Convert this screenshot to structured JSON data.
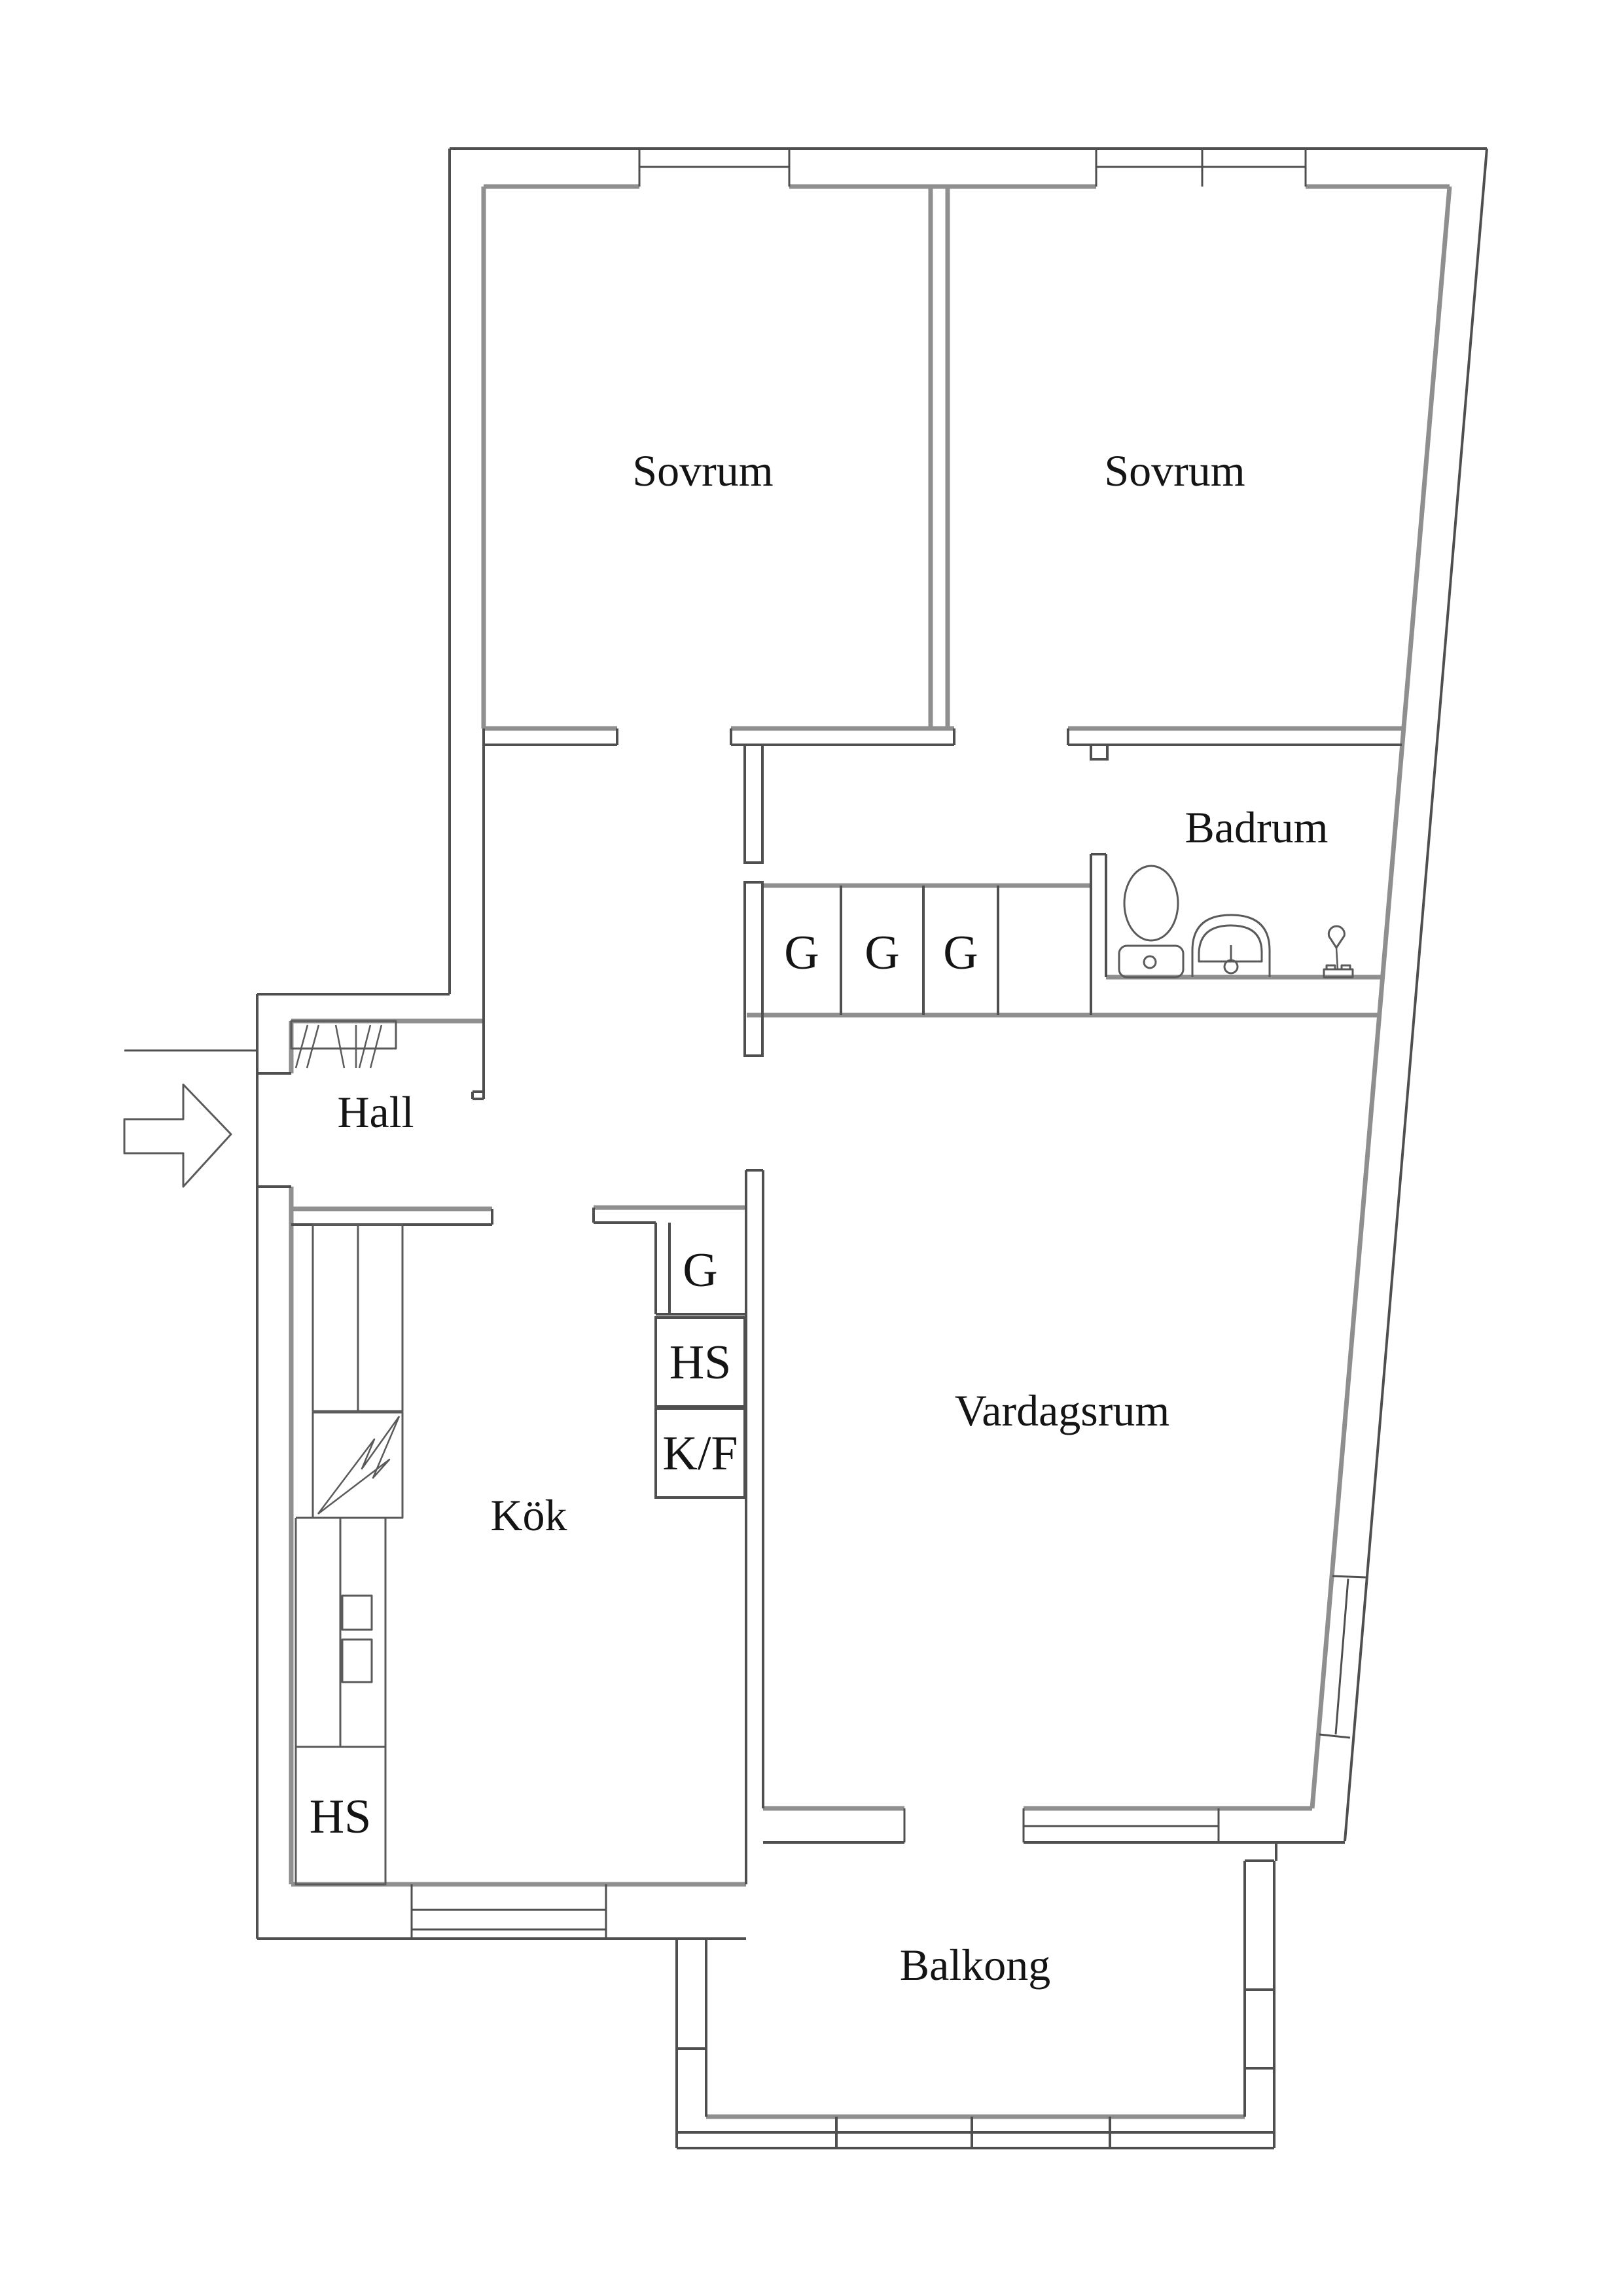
{
  "plan": {
    "rooms": {
      "bedroom_1": {
        "label": "Sovrum"
      },
      "bedroom_2": {
        "label": "Sovrum"
      },
      "bathroom": {
        "label": "Badrum"
      },
      "hall": {
        "label": "Hall"
      },
      "kitchen": {
        "label": "Kök"
      },
      "living_room": {
        "label": "Vardagsrum"
      },
      "balcony": {
        "label": "Balkong"
      }
    },
    "closets": {
      "hall_g_1": "G",
      "hall_g_2": "G",
      "hall_g_3": "G",
      "kitchen_g": "G",
      "kitchen_hs": "HS",
      "kitchen_kf": "K/F",
      "kitchen_hs_lower": "HS"
    },
    "colors": {
      "background": "#ffffff",
      "wall_line": "#4f4f4f",
      "room_face_line": "#8f8f8f",
      "text": "#141414"
    },
    "icons": {
      "entrance": "entrance-arrow-icon",
      "toilet": "toilet-icon",
      "sink": "sink-icon",
      "floor_drain": "floor-drain-icon",
      "stove": "stove-icon",
      "coat_rack": "coat-rack-icon",
      "kitchen_sink": "kitchen-sink-icon"
    }
  }
}
